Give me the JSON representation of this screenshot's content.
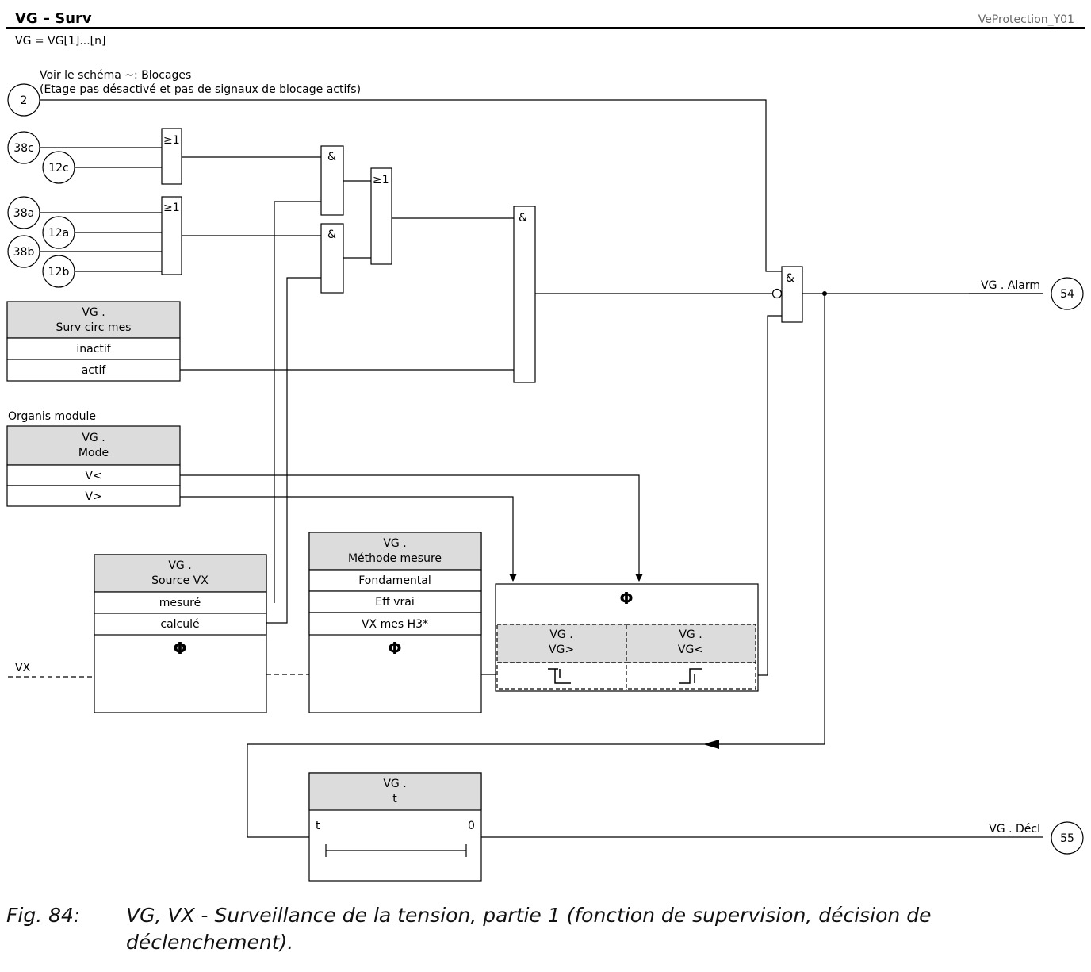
{
  "header": {
    "title": "VG – Surv",
    "ref": "VeProtection_Y01",
    "subtitle": "VG = VG[1]...[n]"
  },
  "blocking_note": {
    "line1": "Voir le schéma ~: Blocages",
    "line2": "(Etage pas désactivé et pas de signaux de blocage actifs)"
  },
  "connectors": {
    "in_2": "2",
    "in_38c": "38c",
    "in_12c": "12c",
    "in_38a": "38a",
    "in_12a": "12a",
    "in_38b": "38b",
    "in_12b": "12b",
    "out_54": "54",
    "out_55": "55"
  },
  "gates": {
    "or_label": "≥1",
    "and_label": "&"
  },
  "surv_table": {
    "title1": "VG .",
    "title2": "Surv circ mes",
    "rows": [
      "inactif",
      "actif"
    ]
  },
  "organis_label": "Organis module",
  "mode_table": {
    "title1": "VG .",
    "title2": "Mode",
    "rows": [
      "V<",
      "V>"
    ]
  },
  "source_table": {
    "title1": "VG .",
    "title2": "Source VX",
    "rows": [
      "mesuré",
      "calculé"
    ],
    "phi": "Φ"
  },
  "method_table": {
    "title1": "VG .",
    "title2": "Méthode mesure",
    "rows": [
      "Fondamental",
      "Eff vrai",
      "VX mes H3*"
    ],
    "phi": "Φ"
  },
  "threshold_block": {
    "phi": "Φ",
    "left_title1": "VG .",
    "left_title2": "VG>",
    "right_title1": "VG .",
    "right_title2": "VG<"
  },
  "timer_block": {
    "title1": "VG .",
    "title2": "t",
    "t_label": "t",
    "zero_label": "0"
  },
  "signals": {
    "vx_input": "VX",
    "alarm_output": "VG . Alarm",
    "trip_output": "VG . Décl"
  },
  "figure_caption": {
    "number": "Fig. 84:",
    "text": "VG, VX - Surveillance de la tension, partie 1 (fonction de supervision, décision de déclenchement)."
  }
}
